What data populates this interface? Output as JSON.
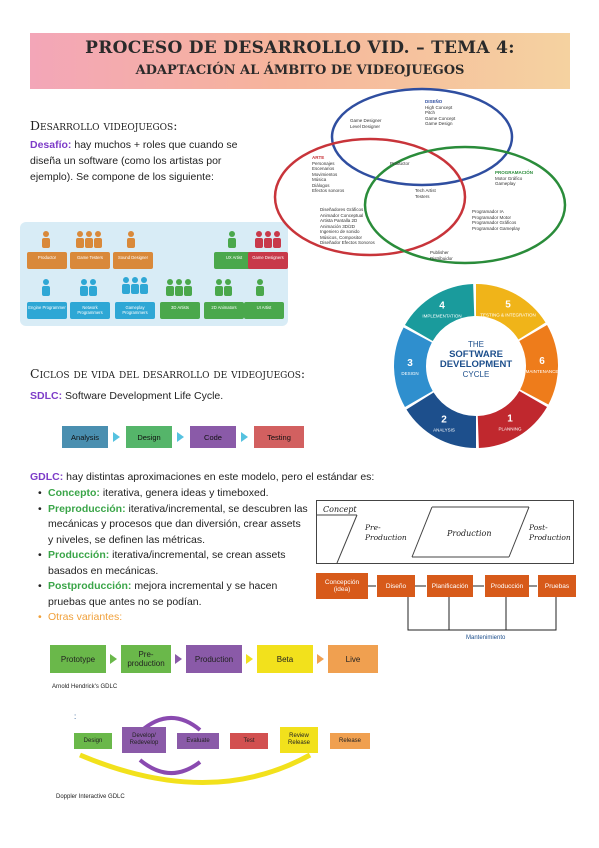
{
  "header": {
    "title": "PROCESO DE DESARROLLO VID. – TEMA 4:",
    "subtitle": "ADAPTACIÓN AL ÁMBITO DE VIDEOJUEGOS"
  },
  "section1": {
    "heading": "Desarrollo videojuegos:",
    "label": "Desafío:",
    "text": " hay muchos + roles que cuando se diseña un software (como los artistas por ejemplo). Se compone de los siguiente:"
  },
  "roles_top": [
    "Productor",
    "Game Testers",
    "Sound Designer",
    "UX Artist",
    "Game Designers"
  ],
  "roles_bottom": [
    "Engine Programmer",
    "Network Programmers",
    "Gameplay Programmers",
    "3D Artists",
    "2D Animators",
    "UI Artist"
  ],
  "venn": {
    "diseno": {
      "title": "DISEÑO",
      "items": [
        "High Concept",
        "Pitch",
        "Game Concept",
        "Game Design"
      ]
    },
    "diseno_overlap": [
      "Game Designer",
      "Level Designer"
    ],
    "arte": {
      "title": "ARTE",
      "items": [
        "Personajes",
        "Escenarios",
        "Movimientos",
        "Música",
        "Diálogos",
        "Efectos sonoros"
      ]
    },
    "programacion": {
      "title": "PROGRAMACIÓN",
      "items": [
        "Motor Gráfico",
        "Gameplay"
      ]
    },
    "center": [
      "Productor"
    ],
    "arte_prog": [
      "Tech Artist",
      "Testers"
    ],
    "arte_roles": [
      "Diseñadores Gráficos",
      "Animador Conceptual",
      "Artista Pantalla 2D",
      "Animación 3D/2D",
      "Ingeniero de sonido",
      "Músicos, Compositor",
      "Diseñador Efectos Sonoros"
    ],
    "prog_roles": [
      "Programador IA",
      "Programador Motor",
      "Programador Gráficos",
      "Programador Gameplay"
    ],
    "bottom": [
      "Publisher",
      "Distribuidor"
    ]
  },
  "cycle": {
    "center_top": "THE",
    "center_mid": "SOFTWARE DEVELOPMENT",
    "center_bot": "CYCLE",
    "segments": [
      {
        "n": "1",
        "label": "PLANNING",
        "color": "#c0282e"
      },
      {
        "n": "2",
        "label": "ANALYSIS",
        "color": "#1d4f8c"
      },
      {
        "n": "3",
        "label": "DESIGN",
        "color": "#2f8fce"
      },
      {
        "n": "4",
        "label": "IMPLEMENTATION",
        "color": "#1a9b9c"
      },
      {
        "n": "5",
        "label": "TESTING & INTEGRATION",
        "color": "#f0b419"
      },
      {
        "n": "6",
        "label": "MAINTENANCE",
        "color": "#ee7c1b"
      }
    ]
  },
  "section2": {
    "heading": "Ciclos de vida del desarrollo de videojuegos:",
    "sdlc_label": "SDLC:",
    "sdlc_text": " Software Development Life Cycle."
  },
  "sdlc_flow": [
    "Analysis",
    "Design",
    "Code",
    "Testing"
  ],
  "gdlc": {
    "label": "GDLC:",
    "text": " hay distintas aproximaciones en este modelo, pero el estándar es:",
    "items": [
      {
        "term": "Concepto:",
        "desc": " iterativa, genera ideas y timeboxed."
      },
      {
        "term": "Preproducción:",
        "desc": " iterativa/incremental, se descubren las mecánicas y procesos que dan diversión, crear assets y niveles, se definen las métricas."
      },
      {
        "term": "Producción:",
        "desc": " iterativa/incremental, se crean assets basados en mecánicas."
      },
      {
        "term": "Postproducción:",
        "desc": " mejora incremental y se hacen pruebas que antes no se podían."
      }
    ],
    "variants": "Otras variantes:"
  },
  "phase_diagram": {
    "concept": "Concept",
    "pre": "Pre-Production",
    "prod": "Production",
    "post": "Post-Production"
  },
  "pipeline": {
    "boxes": [
      "Concepción (idea)",
      "Diseño",
      "Planificación",
      "Producción",
      "Pruebas"
    ],
    "footer": "Mantenimiento"
  },
  "hendrick": {
    "boxes": [
      "Prototype",
      "Pre-production",
      "Production",
      "Beta",
      "Live"
    ],
    "caption": "Arnold Hendrick's GDLC"
  },
  "doppler": {
    "colon": ":",
    "boxes": [
      "Design",
      "Develop/ Redevelop",
      "Evaluate",
      "Test",
      "Review Release",
      "Release"
    ],
    "caption": "Doppler Interactive GDLC"
  }
}
